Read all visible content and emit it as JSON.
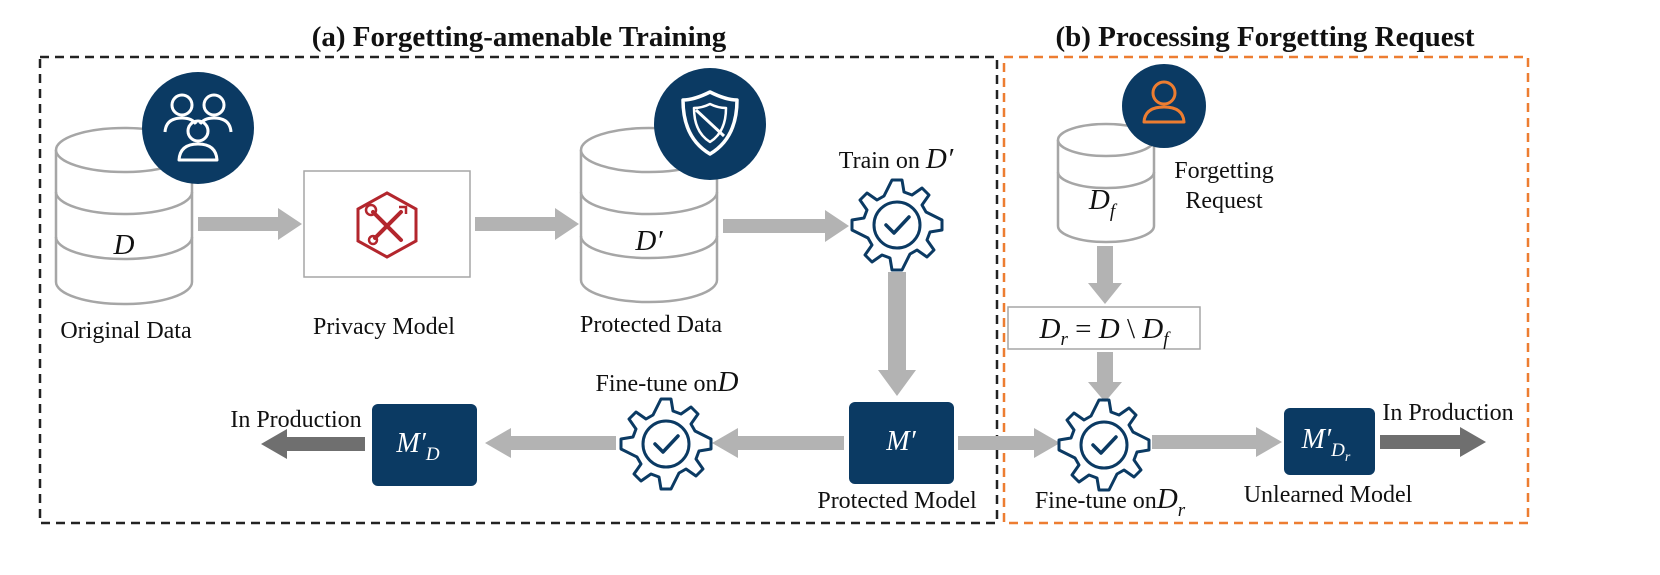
{
  "colors": {
    "navy": "#0b3a63",
    "gray_arrow": "#b3b3b3",
    "dark_arrow": "#6f6f6f",
    "db_stroke": "#a6a6a6",
    "tool_red": "#b3262d",
    "frame_left": "#222222",
    "frame_right": "#ed7d31"
  },
  "icons": {
    "users": "users-icon",
    "shield": "shield-icon",
    "tools": "wrench-screwdriver-icon",
    "gear": "gear-check-icon",
    "person": "person-icon",
    "database": "database-icon"
  },
  "sections": {
    "a_title": "(a) Forgetting-amenable Training",
    "b_title": "(b) Processing Forgetting Request"
  },
  "nodes": {
    "original_data": {
      "symbol": "D",
      "label": "Original Data"
    },
    "privacy_model": {
      "label": "Privacy Model"
    },
    "protected_data": {
      "symbol": "D′",
      "label": "Protected Data"
    },
    "train": {
      "prefix": "Train on ",
      "symbol": "D′"
    },
    "protected_model": {
      "symbol": "M′",
      "label": "Protected Model"
    },
    "finetune_d": {
      "prefix": "Fine-tune on",
      "symbol": "D"
    },
    "model_d": {
      "symbol": "M′",
      "sub": "D"
    },
    "production_left": {
      "label": "In Production"
    },
    "forget_data": {
      "symbol": "D",
      "sub": "f",
      "label_line1": "Forgetting",
      "label_line2": "Request"
    },
    "formula": {
      "lhs": "D",
      "lhs_sub": "r",
      "op": " = ",
      "mid": "D",
      "bs": " \\ ",
      "rhs": "D",
      "rhs_sub": "f"
    },
    "finetune_dr": {
      "prefix": "Fine-tune on",
      "symbol": "D",
      "sub": "r"
    },
    "unlearned_model": {
      "symbol": "M′",
      "sub": "D",
      "sub2": "r",
      "label": "Unlearned Model"
    },
    "production_right": {
      "label": "In Production"
    }
  }
}
